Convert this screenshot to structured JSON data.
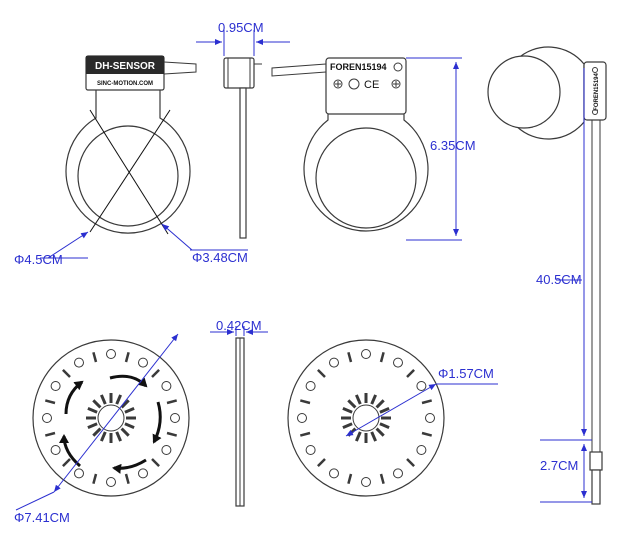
{
  "labels": {
    "sensor_top": "DH-SENSOR",
    "sensor_sub": "SINC-MOTION.COM",
    "model": "FOREN15194",
    "cert_ce": "CE"
  },
  "dimensions": {
    "width_095": "0.95CM",
    "height_635": "6.35CM",
    "outer_45": "Φ4.5CM",
    "inner_348": "Φ3.48CM",
    "thickness_042": "0.42CM",
    "inner_157": "Φ1.57CM",
    "disk_741": "Φ7.41CM",
    "cable_405": "40.5CM",
    "connector_27": "2.7CM"
  }
}
